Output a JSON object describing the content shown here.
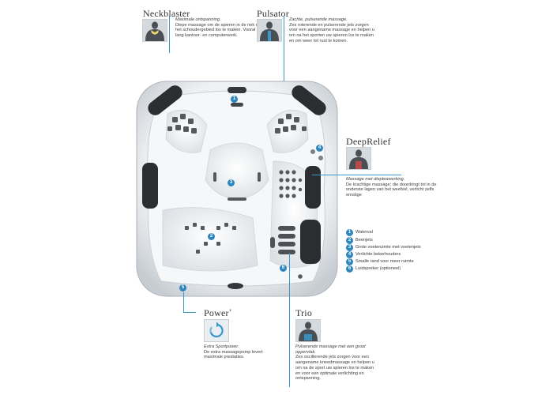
{
  "features": {
    "neckblaster": {
      "title": "Neckblaster",
      "lead": "Maximale ontspanning.",
      "text": "Diepe massage om de spieren in de nek en het schoudergebied los te maken. Vooral na lang kantoor- en computerwerk."
    },
    "pulsator": {
      "title": "Pulsator",
      "lead": "Zachte, pulserende massage.",
      "text": "Zes roterende en pulserende jets zorgen voor een aangename massage en helpen u om na het sporten uw spieren los te maken en om weer tot rust te komen."
    },
    "deeprelief": {
      "title": "DeepRelief",
      "lead": "Massage met diepteawerking.",
      "text": "De krachtige massage; die doordringt tot in de onderste lagen van het weefsel, verlicht zelfs ernstige"
    },
    "power": {
      "title": "Power",
      "title_sup": "+",
      "lead": "Extra Sportpower.",
      "text": "De extra massagepomp levert maximale prestaties."
    },
    "trio": {
      "title": "Trio",
      "lead": "Pulserende massage met een groot oppervlak.",
      "text": "Zes oscillerende jets zorgen voor een aangename kneedmassage en helpen u om na de sport uw spieren los te maken en voor een optimale verlichting en ontspanning."
    }
  },
  "legend": [
    {
      "num": "1",
      "label": "Waterval"
    },
    {
      "num": "2",
      "label": "Beenjets"
    },
    {
      "num": "3",
      "label": "Grote voeteruimte met voetenjets"
    },
    {
      "num": "4",
      "label": "Verlichte bekerhouders"
    },
    {
      "num": "5",
      "label": "Smalle rand voor meer ruimte"
    },
    {
      "num": "6",
      "label": "Luidspreker (optioneel)"
    }
  ],
  "markers": [
    "1",
    "2",
    "3",
    "4",
    "5",
    "6"
  ],
  "colors": {
    "accent": "#2f86bf",
    "leader": "#3a97cc",
    "tub_shell": "#e9ecef",
    "headrest": "#2b2e31"
  },
  "icons": {
    "power": "circular-arrows-icon",
    "thumbs": "person-back-icon"
  }
}
